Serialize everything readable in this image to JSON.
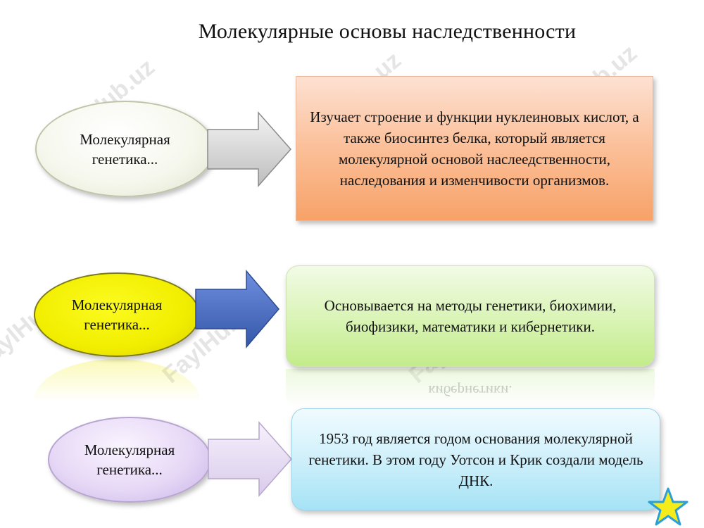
{
  "title": "Молекулярные основы наследственности",
  "watermark": "FaylHub.uz",
  "rows": [
    {
      "oval_line1": "Молекулярная",
      "oval_line2": "генетика...",
      "box_text": "Изучает строение и функции нуклеиновых кислот, а также биосинтез белка, который является молекулярной основой наслеедственности, наследования и изменчивости организмов.",
      "oval_color": "#f4f6ea",
      "arrow_color": "#d9d9d9",
      "box_color": "#fbbf98"
    },
    {
      "oval_line1": "Молекулярная",
      "oval_line2": "генетика...",
      "box_text": "Основывается на методы генетики, биохимии, биофизики, математики и кибернетики.",
      "reflection_text": "кибернетики.",
      "oval_color": "#f2ee00",
      "arrow_color": "#4a6fc4",
      "box_color": "#ddf5bd"
    },
    {
      "oval_line1": "Молекулярная",
      "oval_line2": "генетика...",
      "box_text": "1953 год является годом основания молекулярной генетики. В этом году Уотсон и Крик создали модель ДНК.",
      "oval_color": "#e7d9f6",
      "arrow_color": "#e6dcf2",
      "box_color": "#d3f1fb"
    }
  ],
  "star_icon": "star-icon",
  "star_color": "#f5ec1a"
}
